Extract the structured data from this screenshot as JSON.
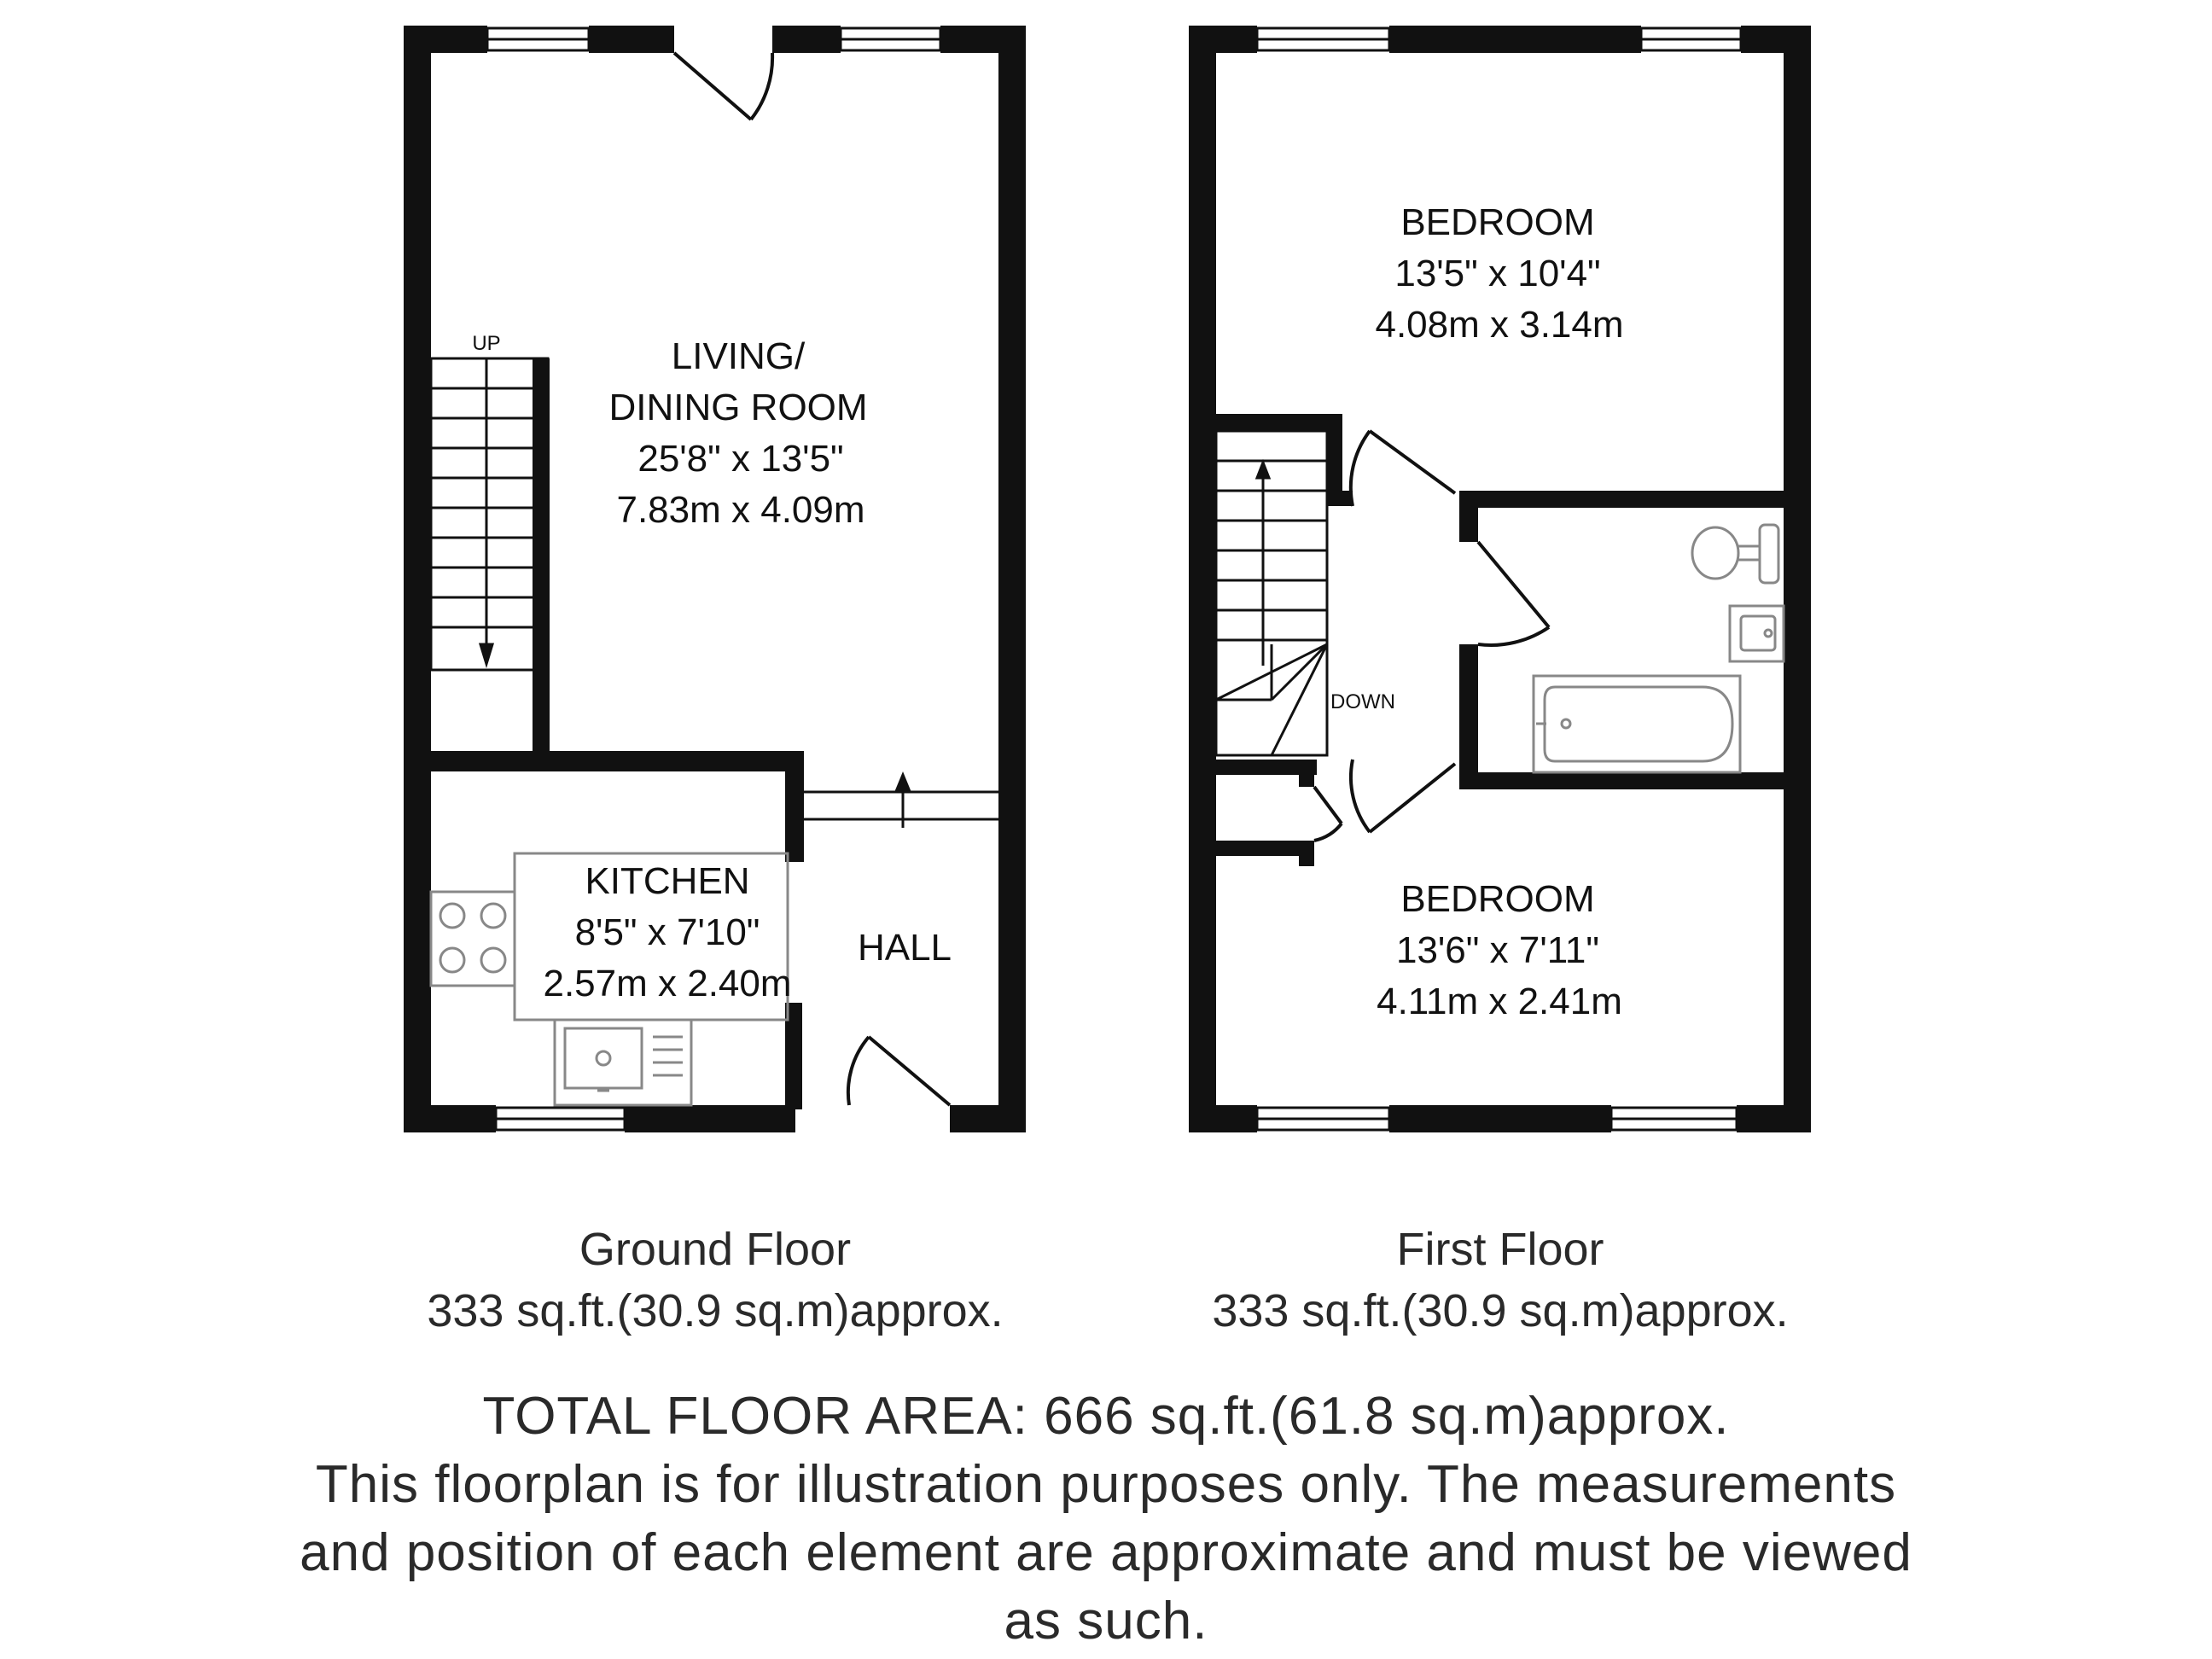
{
  "ground_floor": {
    "rooms": {
      "living": {
        "name_line1": "LIVING/",
        "name_line2": "DINING ROOM",
        "imperial": "25'8\" x 13'5\"",
        "metric": "7.83m x 4.09m"
      },
      "kitchen": {
        "name": "KITCHEN",
        "imperial": "8'5\" x 7'10\"",
        "metric": "2.57m x 2.40m"
      },
      "hall": {
        "name": "HALL"
      }
    },
    "stairs_label": "UP",
    "caption": "Ground Floor",
    "area": "333 sq.ft.(30.9 sq.m)approx."
  },
  "first_floor": {
    "rooms": {
      "bedroom_top": {
        "name": "BEDROOM",
        "imperial": "13'5\" x 10'4\"",
        "metric": "4.08m x 3.14m"
      },
      "bedroom_bottom": {
        "name": "BEDROOM",
        "imperial": "13'6\" x 7'11\"",
        "metric": "4.11m x 2.41m"
      }
    },
    "stairs_label": "DOWN",
    "caption": "First Floor",
    "area": "333 sq.ft.(30.9 sq.m)approx."
  },
  "footer": {
    "total": "TOTAL FLOOR AREA: 666 sq.ft.(61.8 sq.m)approx.",
    "disclaimer_1": "This floorplan is for illustration purposes only. The measurements",
    "disclaimer_2": "and position of each element are approximate and must be viewed",
    "disclaimer_3": "as such."
  },
  "colors": {
    "wall": "#111111",
    "fixture": "#888888",
    "background": "#ffffff"
  }
}
